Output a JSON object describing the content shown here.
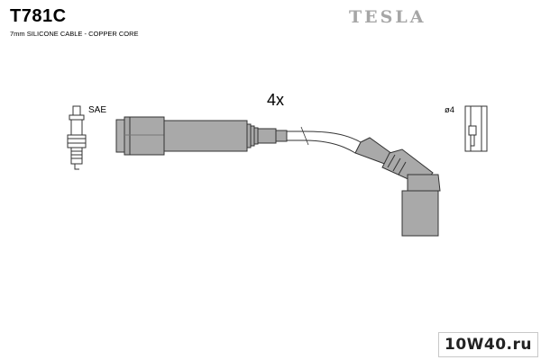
{
  "header": {
    "part_code": "T781C",
    "cable_description": "7mm SILICONE CABLE - COPPER CORE",
    "brand": "TESLA"
  },
  "diagram": {
    "quantity": "4x",
    "plug_standard": "SAE",
    "coil_terminal": "ø4"
  },
  "watermark": {
    "text": "10W40.ru"
  },
  "colors": {
    "part_fill": "#a9a9a9",
    "outline": "#333333",
    "brand_grey": "#a6a6a6"
  }
}
